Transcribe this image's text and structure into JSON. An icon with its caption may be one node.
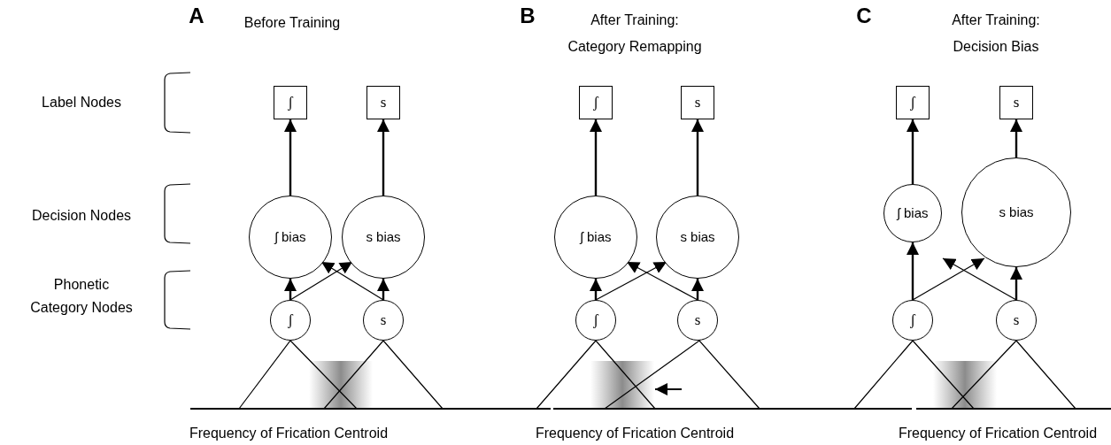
{
  "diagram": {
    "nodes": [
      {
        "text": [
          "ʃ"
        ]
      },
      {
        "text": [
          "s"
        ]
      },
      {
        "text": [
          "ʃ bias"
        ]
      },
      {
        "text": [
          "s bias"
        ]
      },
      {
        "text": [
          "ʃ"
        ]
      },
      {
        "text": [
          "s"
        ]
      },
      {
        "text": [
          "ʃ"
        ]
      },
      {
        "text": [
          "s"
        ]
      },
      {
        "text": [
          "ʃ bias"
        ]
      },
      {
        "text": [
          "s bias"
        ]
      },
      {
        "text": [
          "ʃ"
        ]
      },
      {
        "text": [
          "s"
        ]
      },
      {
        "text": [
          "ʃ"
        ]
      },
      {
        "text": [
          "s"
        ]
      },
      {
        "text": [
          "ʃ bias"
        ]
      },
      {
        "text": [
          "s bias"
        ]
      },
      {
        "text": [
          "ʃ"
        ]
      },
      {
        "text": [
          "s"
        ]
      }
    ],
    "edges": [
      {
        "from": 4,
        "to": 2,
        "arrow": "to"
      },
      {
        "from": 4,
        "to": 3,
        "arrow": "to"
      },
      {
        "from": 5,
        "to": 2,
        "arrow": "to"
      },
      {
        "from": 5,
        "to": 3,
        "arrow": "to"
      },
      {
        "from": 2,
        "to": 0,
        "arrow": "to"
      },
      {
        "from": 3,
        "to": 1,
        "arrow": "to"
      },
      {
        "from": 10,
        "to": 8,
        "arrow": "to"
      },
      {
        "from": 10,
        "to": 9,
        "arrow": "to"
      },
      {
        "from": 11,
        "to": 8,
        "arrow": "to"
      },
      {
        "from": 11,
        "to": 9,
        "arrow": "to"
      },
      {
        "from": 8,
        "to": 6,
        "arrow": "to"
      },
      {
        "from": 9,
        "to": 7,
        "arrow": "to"
      },
      {
        "from": 16,
        "to": 14,
        "arrow": "to"
      },
      {
        "from": 16,
        "to": 15,
        "arrow": "to"
      },
      {
        "from": 17,
        "to": 14,
        "arrow": "to"
      },
      {
        "from": 17,
        "to": 15,
        "arrow": "to"
      },
      {
        "from": 14,
        "to": 12,
        "arrow": "to"
      },
      {
        "from": 15,
        "to": 13,
        "arrow": "to"
      }
    ],
    "labels": [
      "A",
      "Before Training",
      "B",
      "After Training: Category Remapping",
      "C",
      "After Training: Decision Bias",
      "Label Nodes",
      "Decision Nodes",
      "Phonetic Category Nodes",
      "Frequency of Frication Centroid",
      "Frequency of Frication Centroid",
      "Frequency of Frication Centroid"
    ]
  }
}
